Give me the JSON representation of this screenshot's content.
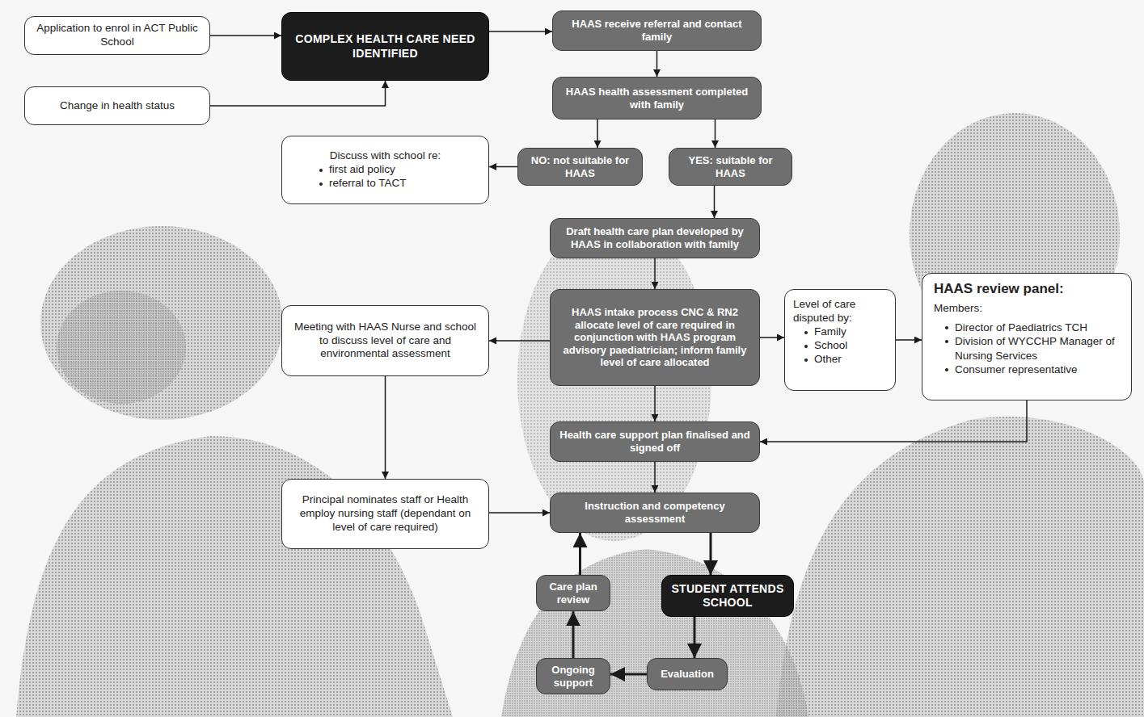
{
  "diagram": {
    "nodes": [
      {
        "text": [
          "Application to enrol in ACT Public School"
        ]
      },
      {
        "text": [
          "COMPLEX HEALTH CARE NEED IDENTIFIED"
        ]
      },
      {
        "text": [
          "HAAS receive referral and contact family"
        ]
      },
      {
        "text": [
          "Change in health status"
        ]
      },
      {
        "text": [
          "HAAS health assessment completed with family"
        ]
      },
      {
        "text": [
          "Discuss with school re:",
          "first aid policy",
          "referral to TACT"
        ]
      },
      {
        "text": [
          "NO: not suitable for HAAS"
        ]
      },
      {
        "text": [
          "YES: suitable for HAAS"
        ]
      },
      {
        "text": [
          "Draft health care plan developed by HAAS in collaboration with family"
        ]
      },
      {
        "text": [
          "Meeting with HAAS Nurse and school to discuss level of care and environmental assessment"
        ]
      },
      {
        "text": [
          "HAAS intake process CNC & RN2 allocate level of care required in conjunction with HAAS program advisory paediatrician; inform family level of care allocated"
        ]
      },
      {
        "text": [
          "Level of care disputed by:",
          "Family",
          "School",
          "Other"
        ]
      },
      {
        "text": [
          "HAAS review panel:",
          "Members:",
          "Director of Paediatrics TCH",
          "Division of WYCCHP Manager of Nursing Services",
          "Consumer representative"
        ]
      },
      {
        "text": [
          "Health care support plan finalised and signed off"
        ]
      },
      {
        "text": [
          "Principal nominates staff or Health employ nursing staff (dependant on level of care required)"
        ]
      },
      {
        "text": [
          "Instruction and competency assessment"
        ]
      },
      {
        "text": [
          "Care plan review"
        ]
      },
      {
        "text": [
          "STUDENT ATTENDS SCHOOL"
        ]
      },
      {
        "text": [
          "Ongoing support"
        ]
      },
      {
        "text": [
          "Evaluation"
        ]
      }
    ],
    "edges": [
      {
        "from": 0,
        "to": 1,
        "arrow": "to"
      },
      {
        "from": 3,
        "to": 1,
        "arrow": "to"
      },
      {
        "from": 1,
        "to": 2,
        "arrow": "to"
      },
      {
        "from": 2,
        "to": 4,
        "arrow": "to"
      },
      {
        "from": 4,
        "to": 6,
        "arrow": "to"
      },
      {
        "from": 4,
        "to": 7,
        "arrow": "to"
      },
      {
        "from": 6,
        "to": 5,
        "arrow": "to"
      },
      {
        "from": 7,
        "to": 8,
        "arrow": "to"
      },
      {
        "from": 8,
        "to": 10,
        "arrow": "to"
      },
      {
        "from": 10,
        "to": 9,
        "arrow": "to"
      },
      {
        "from": 10,
        "to": 11,
        "arrow": "to"
      },
      {
        "from": 11,
        "to": 12,
        "arrow": "to"
      },
      {
        "from": 10,
        "to": 13,
        "arrow": "to"
      },
      {
        "from": 12,
        "to": 13,
        "arrow": "to"
      },
      {
        "from": 9,
        "to": 14,
        "arrow": "to"
      },
      {
        "from": 14,
        "to": 15,
        "arrow": "to"
      },
      {
        "from": 13,
        "to": 15,
        "arrow": "to"
      },
      {
        "from": 15,
        "to": 17,
        "arrow": "to"
      },
      {
        "from": 17,
        "to": 19,
        "arrow": "to"
      },
      {
        "from": 19,
        "to": 18,
        "arrow": "to"
      },
      {
        "from": 18,
        "to": 16,
        "arrow": "to"
      },
      {
        "from": 16,
        "to": 15,
        "arrow": "to"
      }
    ]
  }
}
